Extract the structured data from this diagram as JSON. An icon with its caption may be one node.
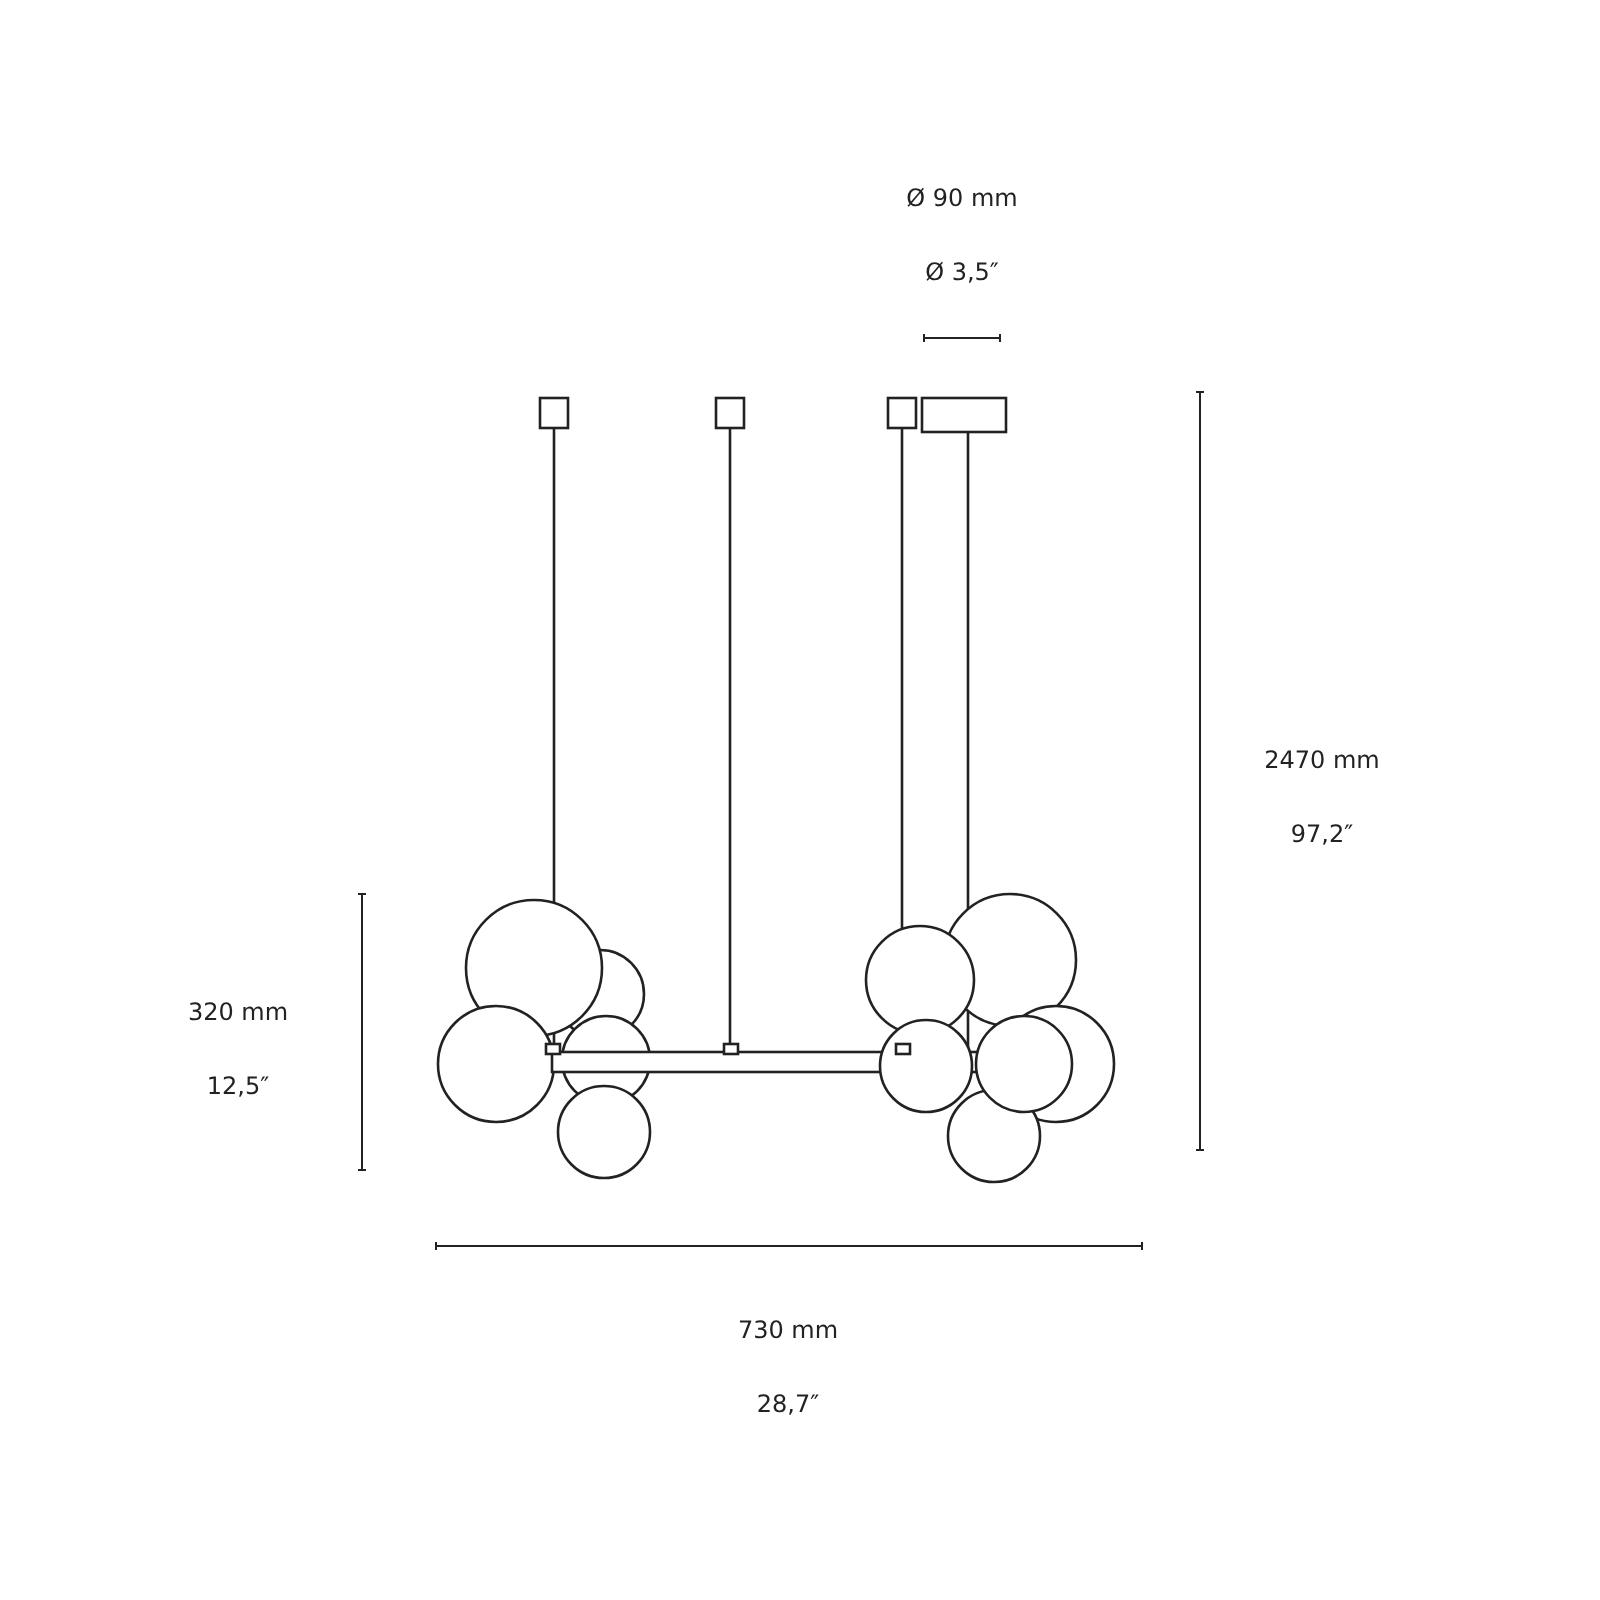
{
  "diagram": {
    "labels": [
      "Ø 90 mm",
      "Ø 3,5″",
      "2470 mm",
      "97,2″",
      "320 mm",
      "12,5″",
      "730 mm",
      "28,7″"
    ]
  }
}
